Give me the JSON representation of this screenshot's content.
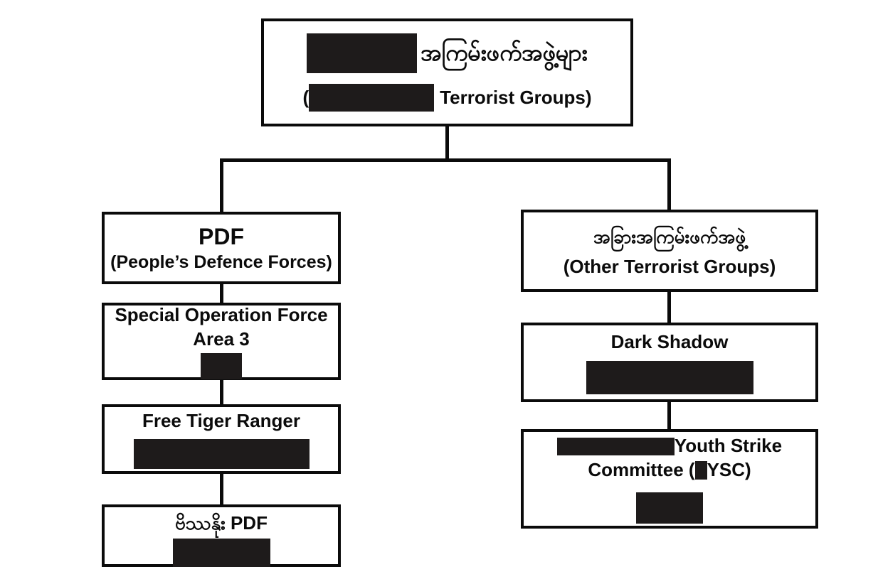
{
  "diagram_title": "Terrorist groups organization chart",
  "colors": {
    "background": "#ffffff",
    "box_border": "#0b0b0b",
    "text": "#0b0b0b",
    "redaction_bar": "#1e1b1b",
    "connector": "#0b0b0b"
  },
  "root_node": {
    "burmese_title": "အကြမ်းဖက်အဖွဲ့များ",
    "english_open_paren": "(",
    "english_text": "Terrorist Groups)",
    "redactions": [
      "bar-before-burmese-title",
      "bar-inside-parentheses"
    ]
  },
  "left_branch": {
    "pdf": {
      "title": "PDF",
      "subtitle": "(People’s Defence Forces)"
    },
    "special_operation": {
      "line1": "Special Operation Force",
      "line2": "Area 3",
      "redactions": [
        "small-bar-below-text"
      ]
    },
    "free_tiger_ranger": {
      "title": "Free Tiger Ranger",
      "redactions": [
        "wide-bar-below-text"
      ]
    },
    "beikthano_pdf": {
      "title": "ဗိဿနိုး PDF",
      "redactions": [
        "bar-below-text"
      ]
    }
  },
  "right_branch": {
    "other_groups": {
      "burmese_title": "အခြားအကြမ်းဖက်အဖွဲ့",
      "subtitle": "(Other Terrorist Groups)"
    },
    "dark_shadow": {
      "title": "Dark Shadow",
      "redactions": [
        "wide-bar-below-text"
      ]
    },
    "youth_strike_committee": {
      "line1_text": "Youth Strike",
      "line2_prefix": "Committee (",
      "line2_suffix": "YSC)",
      "redactions": [
        "bar-before-line1",
        "small-bar-inside-parentheses",
        "bar-below-text"
      ]
    }
  }
}
